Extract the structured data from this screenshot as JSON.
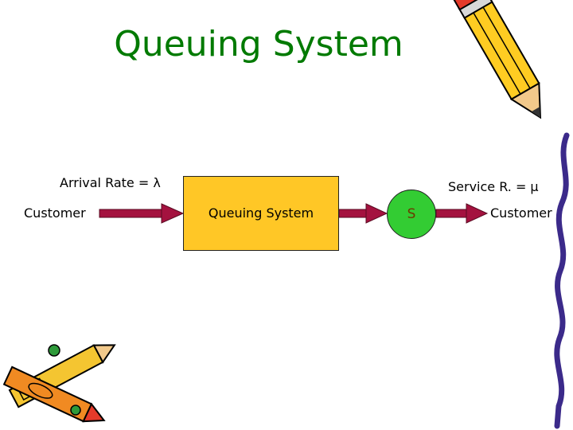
{
  "title": "Queuing System",
  "diagram": {
    "arrival_label": "Arrival Rate = λ",
    "service_label": "Service R. = μ",
    "input_label": "Customer",
    "output_label": "Customer",
    "system_label": "Queuing System",
    "server_label": "S"
  },
  "colors": {
    "title": "#007a00",
    "system_box": "#ffc726",
    "server": "#33cc33",
    "arrow": "#a4123f"
  },
  "decorations": [
    "pencil-icon",
    "crayons-icon",
    "squiggle-border"
  ]
}
